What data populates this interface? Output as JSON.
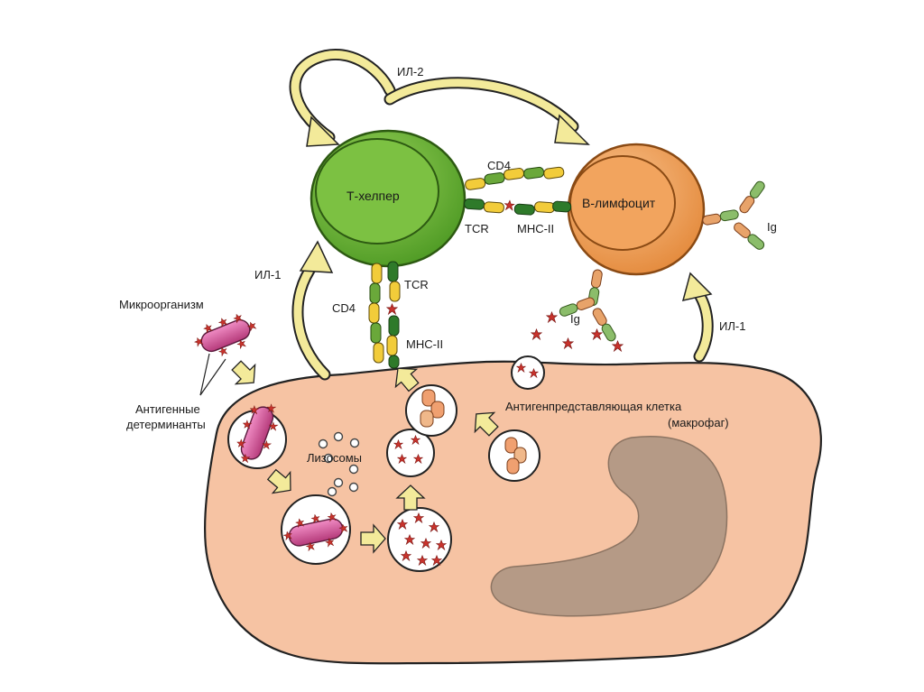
{
  "labels": {
    "il2": "ИЛ-2",
    "il1_left": "ИЛ-1",
    "il1_right": "ИЛ-1",
    "t_helper": "Т-хелпер",
    "b_lymphocyte": "В-лимфоцит",
    "cd4_top": "CD4",
    "tcr_top": "TCR",
    "mhc2_top": "МНС-II",
    "cd4_left": "CD4",
    "tcr_left": "TCR",
    "mhc2_left": "МНС-II",
    "ig_right": "Ig",
    "ig_bottom": "Ig",
    "microorganism": "Микроорганизм",
    "antigenic_line1": "Антигенные",
    "antigenic_line2": "детерминанты",
    "lysosomes": "Лизосомы",
    "apc_line1": "Антигенпредставляющая клетка",
    "apc_line2": "(макрофаг)"
  },
  "colors": {
    "macrophage": "#f6c3a3",
    "nucleus": "#b59a86",
    "t_helper": "#7cc142",
    "b_lymphocyte": "#f2a45e",
    "arrow": "#f3ea9a",
    "microbe": "#d9559a",
    "antigen": "#c8332c"
  }
}
